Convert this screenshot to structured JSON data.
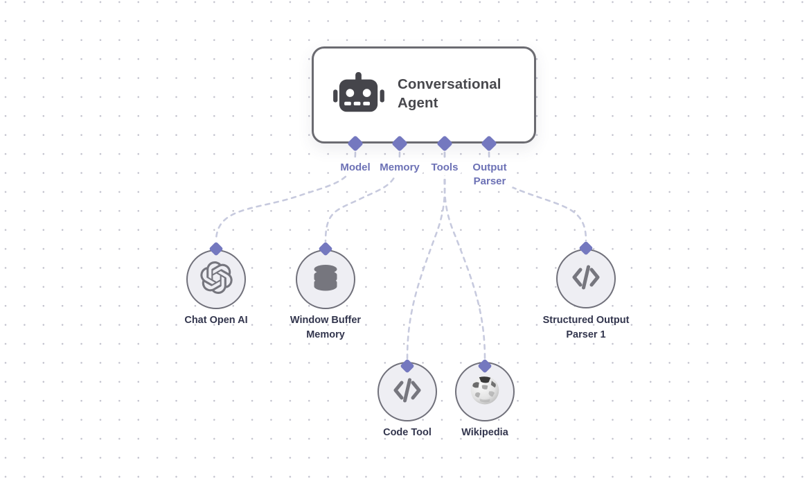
{
  "canvas": {
    "background": "#ffffff",
    "dot_color": "#c2c2cd"
  },
  "colors": {
    "accent_purple": "#7478bf",
    "port_label_purple": "#6c71b5",
    "wire_lavender": "#c7cade",
    "node_border_gray": "#6b6b71",
    "circle_fill": "#eeeef3",
    "icon_gray": "#76767e",
    "node_label_text": "#32354d",
    "agent_title_text": "#48484d"
  },
  "agent": {
    "title": "Conversational Agent",
    "icon": "robot-icon",
    "outputs": [
      {
        "label": "Model"
      },
      {
        "label": "Memory"
      },
      {
        "label": "Tools"
      },
      {
        "label": "Output Parser"
      }
    ]
  },
  "nodes": [
    {
      "label": "Chat Open AI",
      "icon": "openai-icon",
      "connected_to": "Model"
    },
    {
      "label": "Window Buffer Memory",
      "icon": "database-icon",
      "connected_to": "Memory"
    },
    {
      "label": "Code Tool",
      "icon": "code-icon",
      "connected_to": "Tools"
    },
    {
      "label": "Wikipedia",
      "icon": "wikipedia-globe-icon",
      "connected_to": "Tools"
    },
    {
      "label": "Structured Output Parser 1",
      "icon": "code-icon",
      "connected_to": "Output Parser"
    }
  ]
}
